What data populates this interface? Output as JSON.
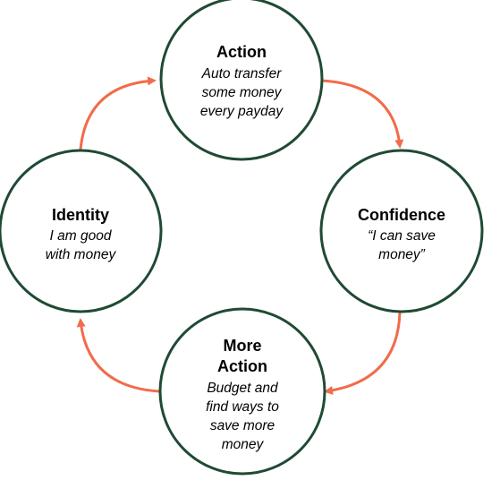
{
  "colors": {
    "circle_stroke": "#1f4a33",
    "arrow": "#f26b4a",
    "text": "#000000",
    "background": "#ffffff"
  },
  "nodes": {
    "action": {
      "title": "Action",
      "line1": "Auto transfer",
      "line2": "some money",
      "line3": "every payday"
    },
    "confidence": {
      "title": "Confidence",
      "line1": "“I can save",
      "line2": "money”"
    },
    "more_action": {
      "title1": "More",
      "title2": "Action",
      "line1": "Budget and",
      "line2": "find ways to",
      "line3": "save more",
      "line4": "money"
    },
    "identity": {
      "title": "Identity",
      "line1": "I am good",
      "line2": "with money"
    }
  }
}
